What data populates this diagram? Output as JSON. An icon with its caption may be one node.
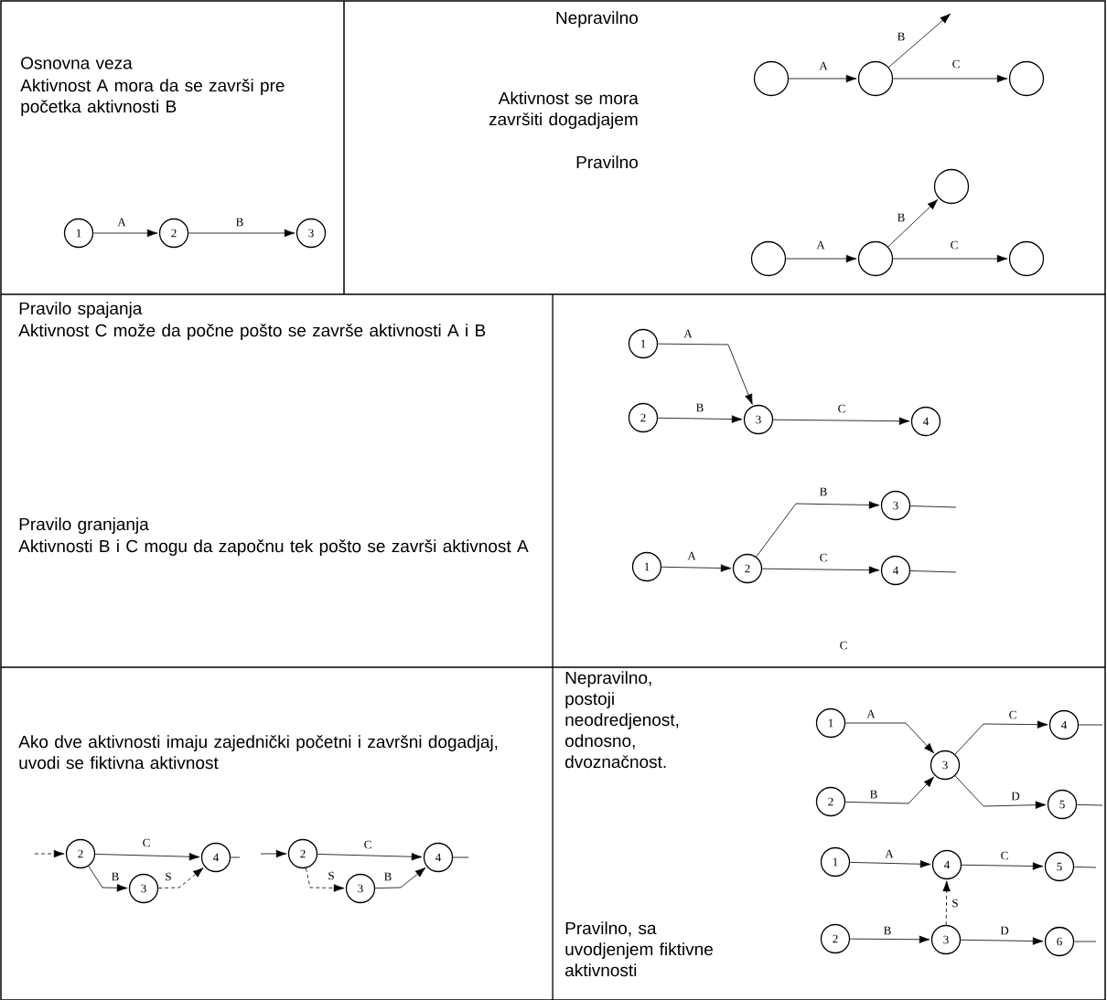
{
  "diagram": {
    "nodes": [
      {
        "text": [
          "1"
        ]
      },
      {
        "text": [
          "2"
        ]
      },
      {
        "text": [
          "3"
        ]
      },
      {
        "text": [],
        "shape": "circle"
      },
      {
        "text": [],
        "shape": "circle"
      },
      {
        "text": [],
        "shape": "circle"
      },
      {
        "text": [],
        "shape": "circle"
      },
      {
        "text": [],
        "shape": "circle"
      },
      {
        "text": [],
        "shape": "circle"
      },
      {
        "text": [],
        "shape": "circle"
      },
      {
        "text": [
          "1"
        ]
      },
      {
        "text": [
          "2"
        ]
      },
      {
        "text": [
          "3"
        ]
      },
      {
        "text": [
          "4"
        ]
      },
      {
        "text": [
          "1"
        ]
      },
      {
        "text": [
          "2"
        ]
      },
      {
        "text": [
          "3"
        ]
      },
      {
        "text": [
          "4"
        ]
      },
      {
        "text": [
          "2"
        ]
      },
      {
        "text": [
          "4"
        ]
      },
      {
        "text": [
          "3"
        ]
      },
      {
        "text": [
          "2"
        ]
      },
      {
        "text": [
          "4"
        ]
      },
      {
        "text": [
          "3"
        ]
      },
      {
        "text": [
          "1"
        ]
      },
      {
        "text": [
          "2"
        ]
      },
      {
        "text": [
          "3"
        ]
      },
      {
        "text": [
          "4"
        ]
      },
      {
        "text": [
          "5"
        ]
      },
      {
        "text": [
          "1"
        ]
      },
      {
        "text": [
          "4"
        ]
      },
      {
        "text": [
          "5"
        ]
      },
      {
        "text": [
          "2"
        ]
      },
      {
        "text": [
          "3"
        ]
      },
      {
        "text": [
          "6"
        ]
      }
    ],
    "edges": [
      {
        "from": 0,
        "to": 1,
        "arrow": "to",
        "label": "A"
      },
      {
        "from": 1,
        "to": 2,
        "arrow": "to",
        "label": "B"
      },
      {
        "from": 3,
        "to": 4,
        "arrow": "to",
        "label": "A"
      },
      {
        "from": 4,
        "to": null,
        "arrow": "to",
        "label": "B"
      },
      {
        "from": 4,
        "to": 5,
        "arrow": "to",
        "label": "C"
      },
      {
        "from": 6,
        "to": 7,
        "arrow": "to",
        "label": "A"
      },
      {
        "from": 7,
        "to": 8,
        "arrow": "to",
        "label": "B"
      },
      {
        "from": 7,
        "to": 9,
        "arrow": "to",
        "label": "C"
      },
      {
        "from": 10,
        "to": 12,
        "arrow": "to",
        "label": "A"
      },
      {
        "from": 11,
        "to": 12,
        "arrow": "to",
        "label": "B"
      },
      {
        "from": 12,
        "to": 13,
        "arrow": "to",
        "label": "C"
      },
      {
        "from": 14,
        "to": 15,
        "arrow": "to",
        "label": "A"
      },
      {
        "from": 15,
        "to": 16,
        "arrow": "to",
        "label": "B"
      },
      {
        "from": 15,
        "to": 17,
        "arrow": "to",
        "label": "C"
      },
      {
        "from": 16,
        "to": null,
        "arrow": "none"
      },
      {
        "from": 17,
        "to": null,
        "arrow": "none"
      },
      {
        "from": null,
        "to": 18,
        "arrow": "to",
        "style": "dashed"
      },
      {
        "from": 18,
        "to": 19,
        "arrow": "to",
        "label": "C"
      },
      {
        "from": 18,
        "to": 20,
        "arrow": "to",
        "label": "B"
      },
      {
        "from": 20,
        "to": 19,
        "arrow": "to",
        "label": "S",
        "style": "dashed"
      },
      {
        "from": 19,
        "to": null,
        "arrow": "none"
      },
      {
        "from": null,
        "to": 21,
        "arrow": "to"
      },
      {
        "from": 21,
        "to": 22,
        "arrow": "to",
        "label": "C"
      },
      {
        "from": 21,
        "to": 23,
        "arrow": "to",
        "label": "S",
        "style": "dashed"
      },
      {
        "from": 23,
        "to": 22,
        "arrow": "to",
        "label": "B"
      },
      {
        "from": 22,
        "to": null,
        "arrow": "none"
      },
      {
        "from": 24,
        "to": 26,
        "arrow": "to",
        "label": "A"
      },
      {
        "from": 25,
        "to": 26,
        "arrow": "to",
        "label": "B"
      },
      {
        "from": 26,
        "to": 27,
        "arrow": "to",
        "label": "C"
      },
      {
        "from": 26,
        "to": 28,
        "arrow": "to",
        "label": "D"
      },
      {
        "from": 27,
        "to": null,
        "arrow": "none"
      },
      {
        "from": 28,
        "to": null,
        "arrow": "none"
      },
      {
        "from": 29,
        "to": 30,
        "arrow": "to",
        "label": "A"
      },
      {
        "from": 30,
        "to": 31,
        "arrow": "to",
        "label": "C"
      },
      {
        "from": 33,
        "to": 30,
        "arrow": "to",
        "label": "S",
        "style": "dashed"
      },
      {
        "from": 32,
        "to": 33,
        "arrow": "to",
        "label": "B"
      },
      {
        "from": 33,
        "to": 34,
        "arrow": "to",
        "label": "D"
      },
      {
        "from": 31,
        "to": null,
        "arrow": "none"
      },
      {
        "from": 34,
        "to": null,
        "arrow": "none"
      }
    ],
    "labels": [
      "Osnovna veza",
      "Aktivnost A mora da se završi pre početka aktivnosti B",
      "Nepravilno",
      "Aktivnost se mora završiti dogadjajem",
      "Pravilno",
      "Pravilo spajanja",
      "Aktivnost C može da počne pošto se završe aktivnosti A i B",
      "Pravilo granjanja",
      "Aktivnosti B i C mogu da započnu tek pošto se završi aktivnost A",
      "C",
      "Ako dve aktivnosti imaju zajednički početni i završni dogadjaj, uvodi se fiktivna aktivnost",
      "Nepravilno, postoji neodredjenost, odnosno, dvoznačnost.",
      "Pravilno, sa uvodjenjem fiktivne aktivnosti"
    ]
  }
}
